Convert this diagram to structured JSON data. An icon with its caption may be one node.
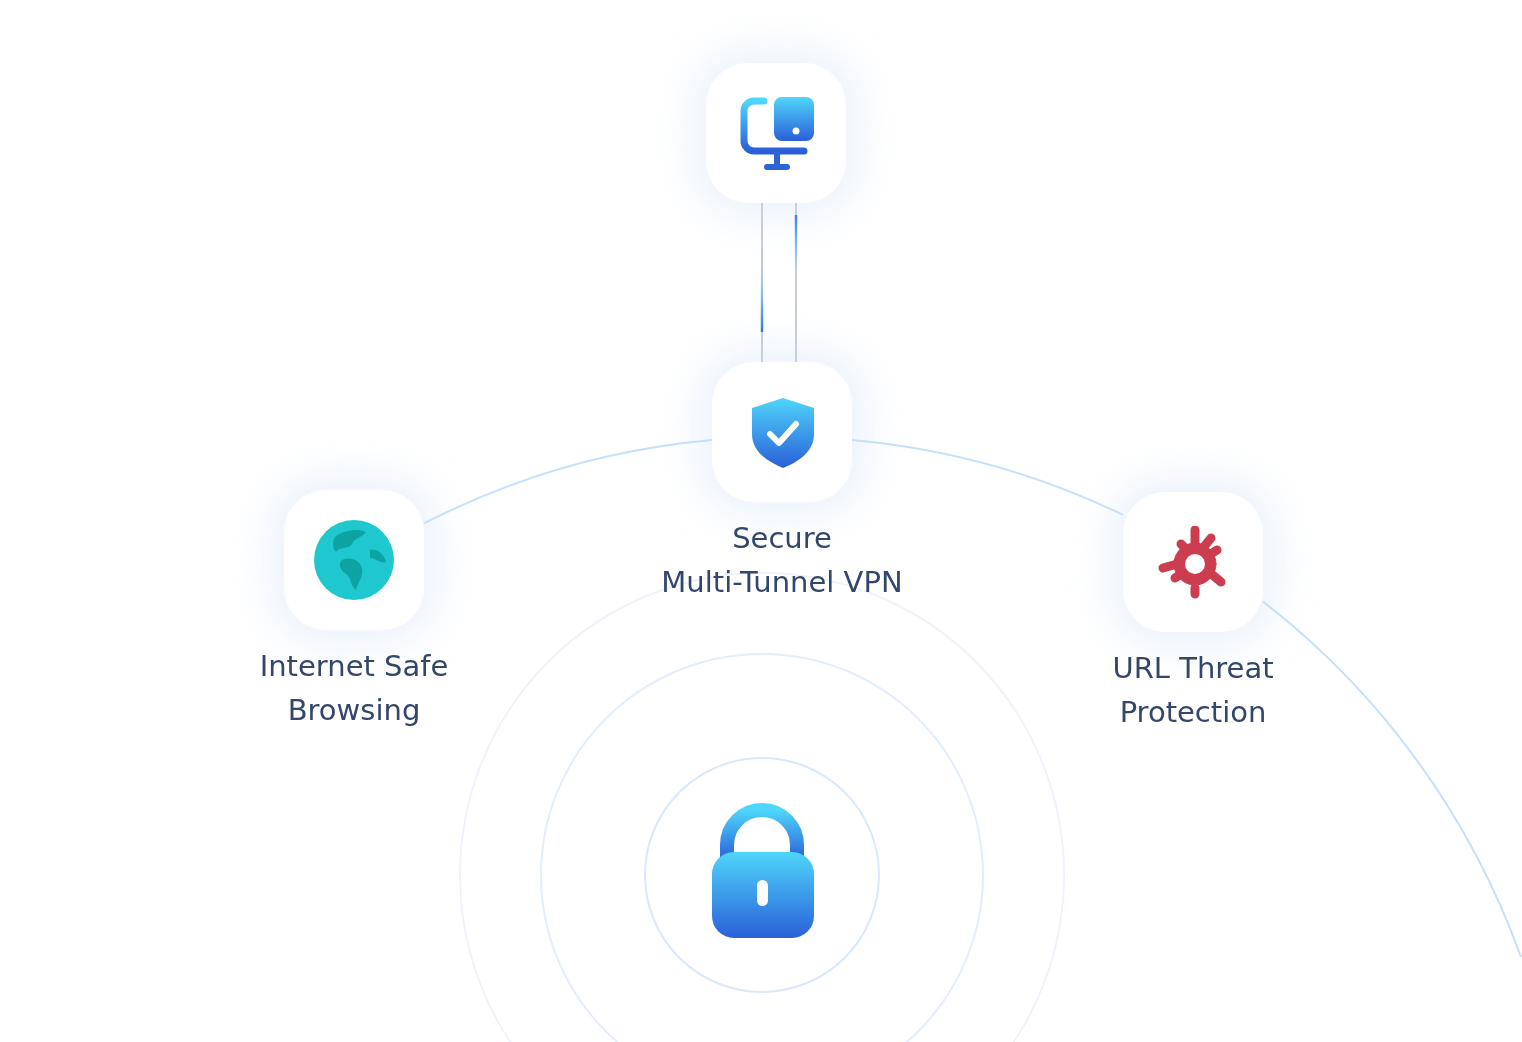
{
  "diagram": {
    "nodes": [
      {
        "text": [],
        "shape": "box"
      },
      {
        "text": [
          "Secure Multi-Tunnel VPN"
        ]
      },
      {
        "text": [
          "Internet Safe Browsing"
        ]
      },
      {
        "text": [
          "URL Threat Protection"
        ]
      }
    ],
    "edges": [
      {
        "from": 0,
        "to": 1,
        "arrow": "none",
        "color": "#c8ccd6"
      },
      {
        "from": 1,
        "to": 0,
        "arrow": "none",
        "color": "#c8ccd6"
      },
      {
        "from": 2,
        "to": 1,
        "arrow": "none"
      },
      {
        "from": 1,
        "to": 3,
        "arrow": "none"
      },
      {
        "from": 3,
        "to": null,
        "arrow": "none"
      }
    ]
  }
}
